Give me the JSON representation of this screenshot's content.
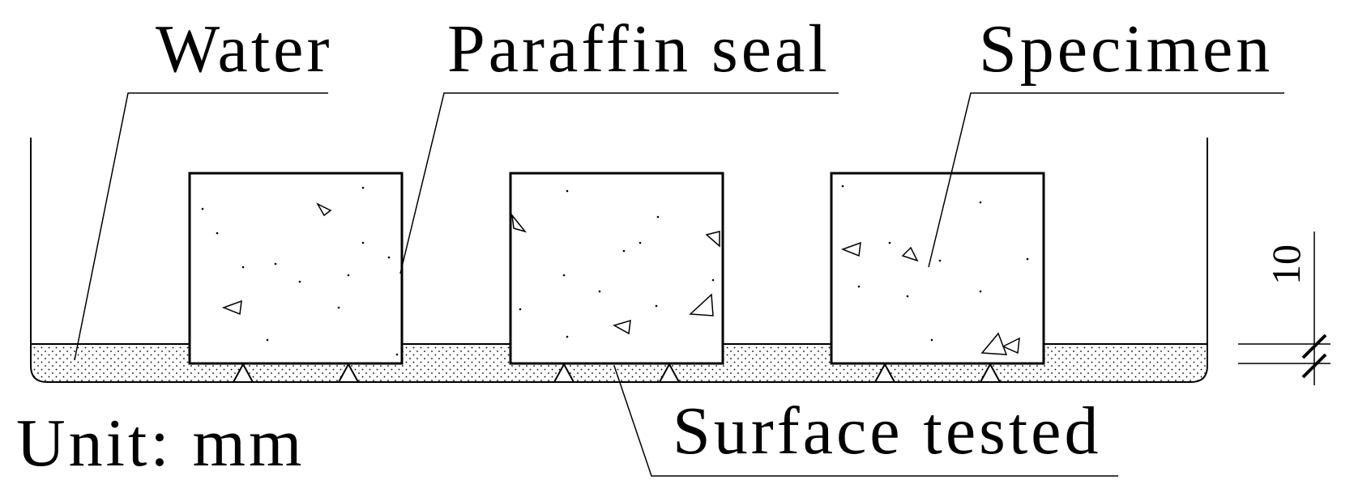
{
  "labels": {
    "water": "Water",
    "paraffin_seal": "Paraffin seal",
    "specimen": "Specimen",
    "surface_tested": "Surface tested",
    "unit": "Unit: mm",
    "dimension_value": "10"
  },
  "colors": {
    "stroke": "#000000",
    "background": "#ffffff",
    "water_dots": "#000000"
  }
}
